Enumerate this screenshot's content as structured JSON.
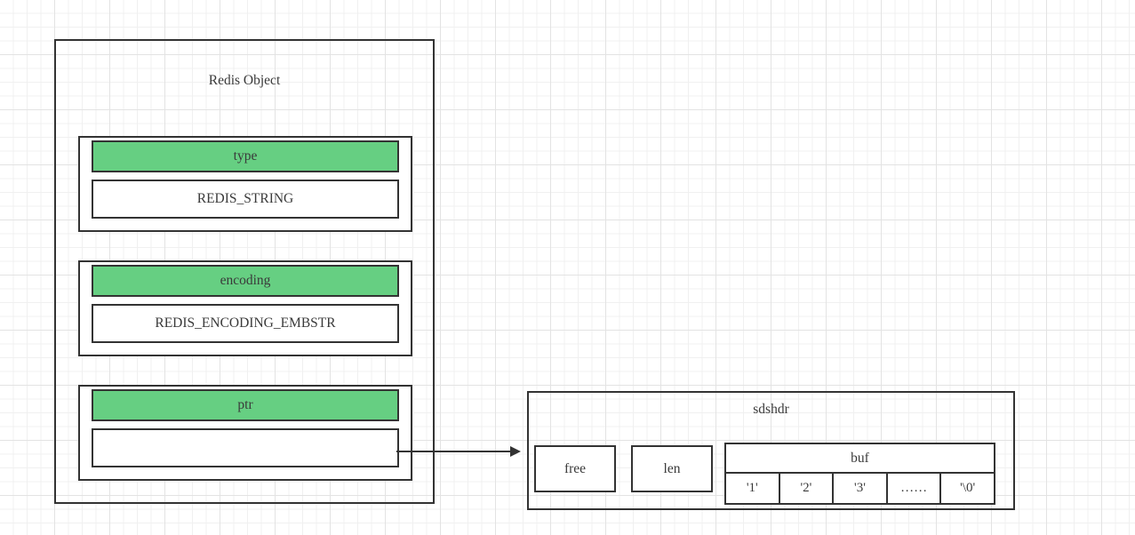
{
  "diagram": {
    "title_object": "Redis Object",
    "title_sds": "sdshdr",
    "accent_green": "#66cf82",
    "border_color": "#333333",
    "background": "#ffffff"
  },
  "redis_object": {
    "label": "Redis Object",
    "fields": [
      {
        "key": "type",
        "value": "REDIS_STRING"
      },
      {
        "key": "encoding",
        "value": "REDIS_ENCODING_EMBSTR"
      },
      {
        "key": "ptr",
        "value": ""
      }
    ]
  },
  "sdshdr": {
    "label": "sdshdr",
    "free_label": "free",
    "len_label": "len",
    "buf_label": "buf",
    "buf_cells": [
      "'1'",
      "'2'",
      "'3'",
      "……",
      "'\\0'"
    ]
  },
  "connector": {
    "name": "ptr-to-sdshdr-arrow",
    "from": "ptr value box",
    "to": "sdshdr box"
  }
}
